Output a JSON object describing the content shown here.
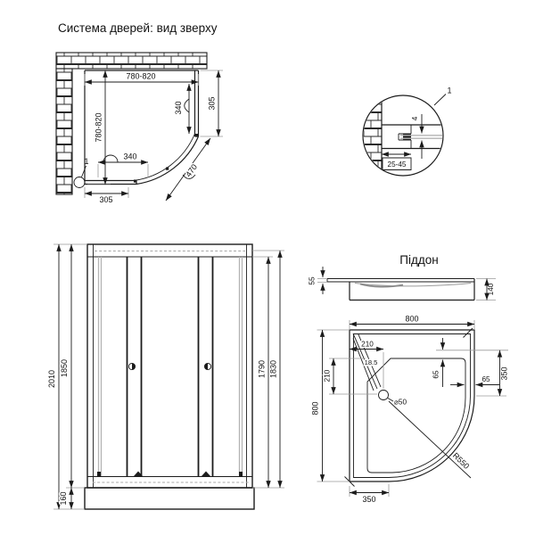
{
  "colors": {
    "line": "#1c1c1c",
    "gray_extension": "#9b9b9b",
    "glass_gray": "#b3b3b3",
    "background": "#ffffff"
  },
  "top_view": {
    "title": "Система дверей: вид зверху",
    "dim_width": "780-820",
    "dim_depth": "780-820",
    "dim_right_panel": "305",
    "dim_bottom_panel": "305",
    "dim_door_right": "340",
    "dim_door_bottom": "340",
    "dim_opening": "470",
    "detail_ref": "1"
  },
  "detail_view": {
    "callout": "1",
    "dim_thickness": "4",
    "dim_adjust": "25-45"
  },
  "front_view": {
    "dim_total_height": "2010",
    "dim_frame_height": "1850",
    "dim_door_height": "1790",
    "dim_glass_height": "1830",
    "dim_base_height": "160"
  },
  "tray": {
    "title": "Піддон",
    "dim_rim": "55",
    "dim_height": "140",
    "dim_width": "800",
    "dim_depth": "800",
    "dim_corner_width": "210",
    "dim_corner_depth": "210",
    "dim_slope": "18.5",
    "dim_drain": "⌀50",
    "dim_offset_top": "65",
    "dim_offset_right": "65",
    "dim_right": "350",
    "dim_bottom": "350",
    "dim_radius": "R550"
  }
}
